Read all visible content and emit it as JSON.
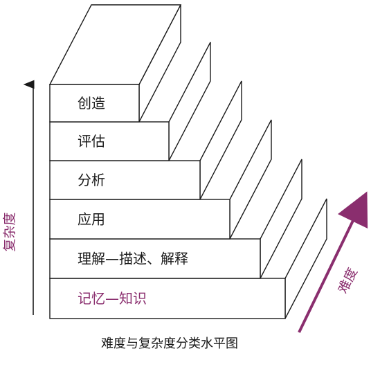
{
  "diagram": {
    "steps": [
      {
        "label": "记忆—知识",
        "highlight": true
      },
      {
        "label": "理解—描述、解释",
        "highlight": false
      },
      {
        "label": "应用",
        "highlight": false
      },
      {
        "label": "分析",
        "highlight": false
      },
      {
        "label": "评估",
        "highlight": false
      },
      {
        "label": "创造",
        "highlight": false
      }
    ],
    "vertical_axis_label": "复杂度",
    "diagonal_axis_label": "难度",
    "caption": "难度与复杂度分类水平图",
    "colors": {
      "accent": "#8a2e6e",
      "line": "#1a1a1a"
    }
  }
}
